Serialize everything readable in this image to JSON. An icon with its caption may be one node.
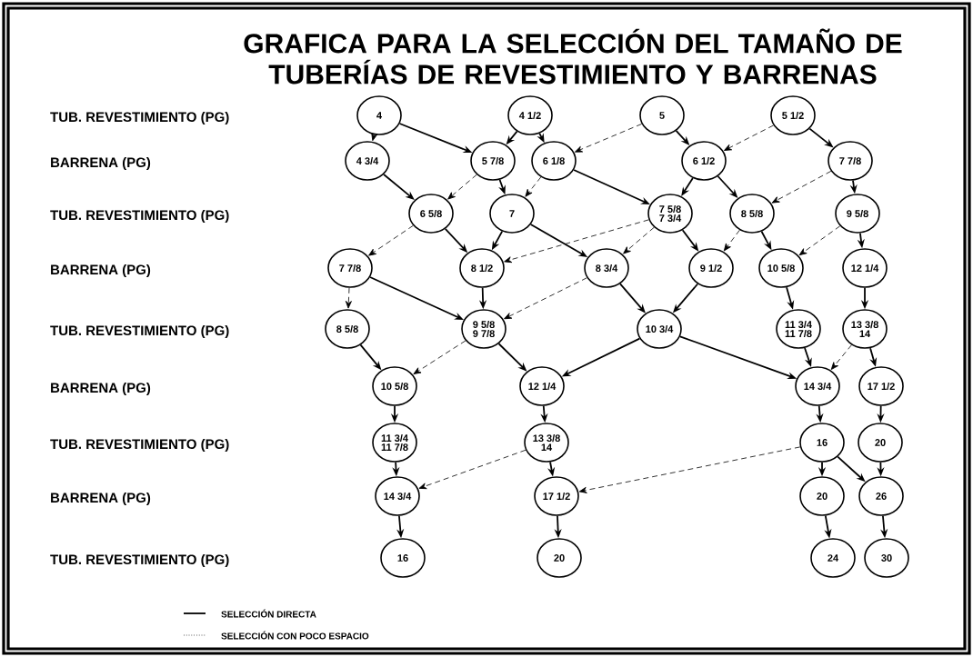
{
  "diagram": {
    "title": "GRAFICA PARA LA SELECCIÓN DEL TAMAÑO DE TUBERÍAS DE REVESTIMIENTO Y BARRENAS",
    "nodes": [
      {
        "text": [
          "4"
        ]
      },
      {
        "text": [
          "4 1/2"
        ]
      },
      {
        "text": [
          "5"
        ]
      },
      {
        "text": [
          "5 1/2"
        ]
      },
      {
        "text": [
          "4 3/4"
        ]
      },
      {
        "text": [
          "5 7/8"
        ]
      },
      {
        "text": [
          "6 1/8"
        ]
      },
      {
        "text": [
          "6 1/2"
        ]
      },
      {
        "text": [
          "7 7/8"
        ]
      },
      {
        "text": [
          "6 5/8"
        ]
      },
      {
        "text": [
          "7"
        ]
      },
      {
        "text": [
          "7 5/8",
          "7 3/4"
        ]
      },
      {
        "text": [
          "8 5/8"
        ]
      },
      {
        "text": [
          "9 5/8"
        ]
      },
      {
        "text": [
          "7 7/8"
        ]
      },
      {
        "text": [
          "8 1/2"
        ]
      },
      {
        "text": [
          "8 3/4"
        ]
      },
      {
        "text": [
          "9 1/2"
        ]
      },
      {
        "text": [
          "10 5/8"
        ]
      },
      {
        "text": [
          "12 1/4"
        ]
      },
      {
        "text": [
          "8 5/8"
        ]
      },
      {
        "text": [
          "9 5/8",
          "9 7/8"
        ]
      },
      {
        "text": [
          "10 3/4"
        ]
      },
      {
        "text": [
          "11 3/4",
          "11 7/8"
        ]
      },
      {
        "text": [
          "13 3/8",
          "14"
        ]
      },
      {
        "text": [
          "10 5/8"
        ]
      },
      {
        "text": [
          "12 1/4"
        ]
      },
      {
        "text": [
          "14 3/4"
        ]
      },
      {
        "text": [
          "17 1/2"
        ]
      },
      {
        "text": [
          "11 3/4",
          "11 7/8"
        ]
      },
      {
        "text": [
          "13 3/8",
          "14"
        ]
      },
      {
        "text": [
          "16"
        ]
      },
      {
        "text": [
          "20"
        ]
      },
      {
        "text": [
          "14 3/4"
        ]
      },
      {
        "text": [
          "17 1/2"
        ]
      },
      {
        "text": [
          "20"
        ]
      },
      {
        "text": [
          "26"
        ]
      },
      {
        "text": [
          "16"
        ]
      },
      {
        "text": [
          "20"
        ]
      },
      {
        "text": [
          "24"
        ]
      },
      {
        "text": [
          "30"
        ]
      }
    ],
    "edges": [
      {
        "from": 0,
        "to": 4,
        "arrow": "to",
        "style": "dashed"
      },
      {
        "from": 0,
        "to": 5,
        "arrow": "to"
      },
      {
        "from": 1,
        "to": 5,
        "arrow": "to"
      },
      {
        "from": 1,
        "to": 6,
        "arrow": "to"
      },
      {
        "from": 2,
        "to": 6,
        "arrow": "to",
        "style": "dashed"
      },
      {
        "from": 2,
        "to": 7,
        "arrow": "to"
      },
      {
        "from": 3,
        "to": 7,
        "arrow": "to",
        "style": "dashed"
      },
      {
        "from": 3,
        "to": 8,
        "arrow": "to"
      },
      {
        "from": 4,
        "to": 9,
        "arrow": "to"
      },
      {
        "from": 5,
        "to": 9,
        "arrow": "to",
        "style": "dashed"
      },
      {
        "from": 5,
        "to": 10,
        "arrow": "to"
      },
      {
        "from": 6,
        "to": 10,
        "arrow": "to",
        "style": "dashed"
      },
      {
        "from": 6,
        "to": 11,
        "arrow": "to"
      },
      {
        "from": 7,
        "to": 11,
        "arrow": "to"
      },
      {
        "from": 7,
        "to": 12,
        "arrow": "to"
      },
      {
        "from": 8,
        "to": 12,
        "arrow": "to",
        "style": "dashed"
      },
      {
        "from": 8,
        "to": 13,
        "arrow": "to"
      },
      {
        "from": 9,
        "to": 14,
        "arrow": "to",
        "style": "dashed"
      },
      {
        "from": 9,
        "to": 15,
        "arrow": "to"
      },
      {
        "from": 10,
        "to": 15,
        "arrow": "to"
      },
      {
        "from": 10,
        "to": 16,
        "arrow": "to"
      },
      {
        "from": 11,
        "to": 15,
        "arrow": "to",
        "style": "dashed"
      },
      {
        "from": 11,
        "to": 16,
        "arrow": "to",
        "style": "dashed"
      },
      {
        "from": 11,
        "to": 17,
        "arrow": "to"
      },
      {
        "from": 12,
        "to": 17,
        "arrow": "to",
        "style": "dashed"
      },
      {
        "from": 12,
        "to": 18,
        "arrow": "to"
      },
      {
        "from": 13,
        "to": 18,
        "arrow": "to",
        "style": "dashed"
      },
      {
        "from": 13,
        "to": 19,
        "arrow": "to"
      },
      {
        "from": 14,
        "to": 20,
        "arrow": "to",
        "style": "dashed"
      },
      {
        "from": 14,
        "to": 21,
        "arrow": "to"
      },
      {
        "from": 15,
        "to": 21,
        "arrow": "to"
      },
      {
        "from": 16,
        "to": 21,
        "arrow": "to",
        "style": "dashed"
      },
      {
        "from": 16,
        "to": 22,
        "arrow": "to"
      },
      {
        "from": 17,
        "to": 22,
        "arrow": "to"
      },
      {
        "from": 18,
        "to": 23,
        "arrow": "to"
      },
      {
        "from": 19,
        "to": 24,
        "arrow": "to"
      },
      {
        "from": 20,
        "to": 25,
        "arrow": "to"
      },
      {
        "from": 21,
        "to": 25,
        "arrow": "to",
        "style": "dashed"
      },
      {
        "from": 21,
        "to": 26,
        "arrow": "to"
      },
      {
        "from": 22,
        "to": 26,
        "arrow": "to"
      },
      {
        "from": 22,
        "to": 27,
        "arrow": "to"
      },
      {
        "from": 23,
        "to": 27,
        "arrow": "to"
      },
      {
        "from": 24,
        "to": 27,
        "arrow": "to",
        "style": "dashed"
      },
      {
        "from": 24,
        "to": 28,
        "arrow": "to"
      },
      {
        "from": 25,
        "to": 29,
        "arrow": "to"
      },
      {
        "from": 26,
        "to": 30,
        "arrow": "to"
      },
      {
        "from": 27,
        "to": 31,
        "arrow": "to"
      },
      {
        "from": 28,
        "to": 32,
        "arrow": "to"
      },
      {
        "from": 29,
        "to": 33,
        "arrow": "to"
      },
      {
        "from": 30,
        "to": 33,
        "arrow": "to",
        "style": "dashed"
      },
      {
        "from": 30,
        "to": 34,
        "arrow": "to"
      },
      {
        "from": 31,
        "to": 34,
        "arrow": "to",
        "style": "dashed"
      },
      {
        "from": 31,
        "to": 35,
        "arrow": "to"
      },
      {
        "from": 31,
        "to": 36,
        "arrow": "to"
      },
      {
        "from": 32,
        "to": 36,
        "arrow": "to"
      },
      {
        "from": 33,
        "to": 37,
        "arrow": "to"
      },
      {
        "from": 34,
        "to": 38,
        "arrow": "to"
      },
      {
        "from": 35,
        "to": 39,
        "arrow": "to"
      },
      {
        "from": 36,
        "to": 40,
        "arrow": "to"
      }
    ],
    "labels": [
      "TUB. REVESTIMIENTO (PG)",
      "BARRENA (PG)",
      "TUB. REVESTIMIENTO (PG)",
      "BARRENA (PG)",
      "TUB. REVESTIMIENTO (PG)",
      "BARRENA (PG)",
      "TUB. REVESTIMIENTO (PG)",
      "BARRENA (PG)",
      "TUB. REVESTIMIENTO (PG)"
    ],
    "legend": [
      {
        "text": "SELECCIÓN DIRECTA"
      },
      {
        "text": "SELECCIÓN CON POCO ESPACIO"
      }
    ]
  }
}
